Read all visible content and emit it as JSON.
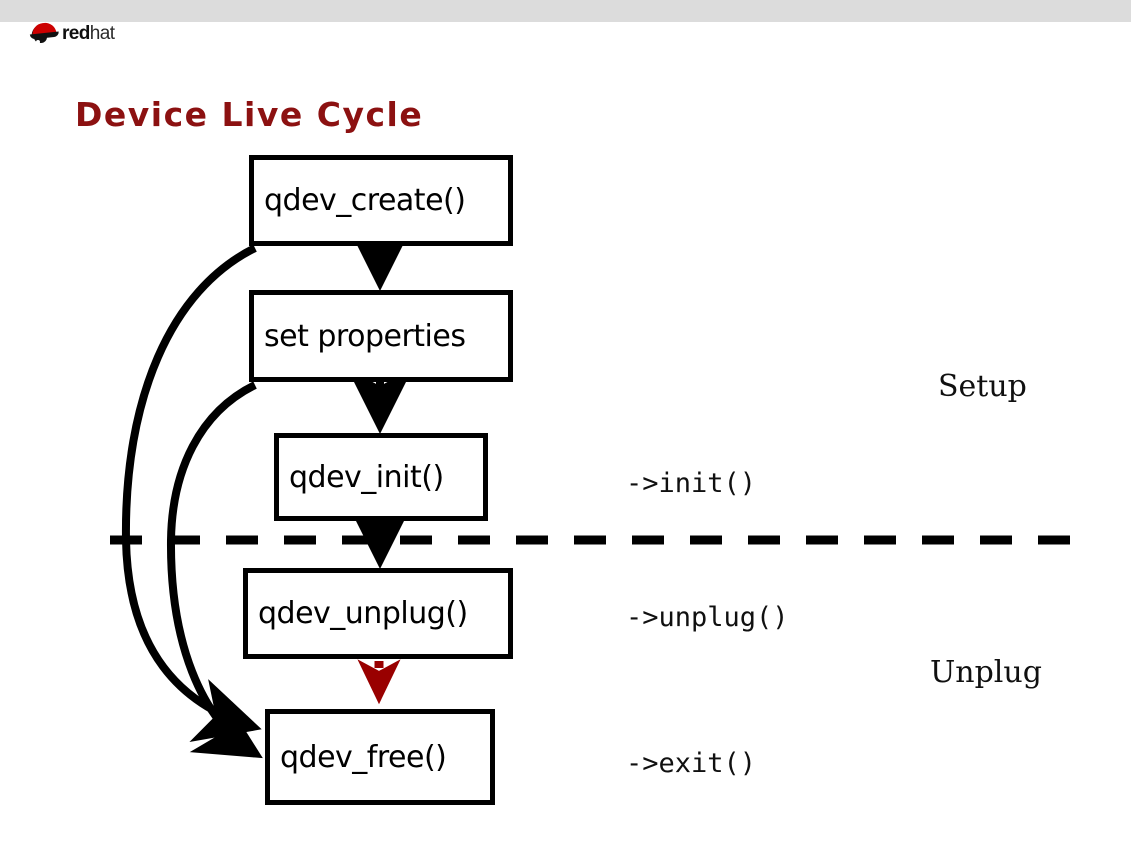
{
  "page": {
    "background_color": "#ffffff",
    "topbar_color": "#dcdcdc"
  },
  "branding": {
    "logo_name": "redhat-logo",
    "word_bold": "red",
    "word_light": "hat",
    "logo_red": "#cc0000"
  },
  "slide": {
    "title": "Device Live Cycle",
    "title_color": "#8c1111"
  },
  "diagram": {
    "type": "flowchart",
    "nodes": [
      {
        "id": "create",
        "label": "qdev_create()"
      },
      {
        "id": "props",
        "label": "set properties"
      },
      {
        "id": "init",
        "label": "qdev_init()"
      },
      {
        "id": "unplug",
        "label": "qdev_unplug()"
      },
      {
        "id": "free",
        "label": "qdev_free()"
      }
    ],
    "callbacks": [
      {
        "id": "init",
        "label": "->init()"
      },
      {
        "id": "unplug",
        "label": "->unplug()"
      },
      {
        "id": "exit",
        "label": "->exit()"
      }
    ],
    "phases": [
      {
        "id": "setup",
        "label": "Setup"
      },
      {
        "id": "unplug",
        "label": "Unplug"
      }
    ],
    "separator": {
      "name": "phase-divider",
      "style": "dashed",
      "color": "#000000"
    },
    "edges": [
      {
        "from": "create",
        "to": "props",
        "style": "solid",
        "color": "#000000"
      },
      {
        "from": "props",
        "to": "init",
        "style": "solid",
        "color": "#000000"
      },
      {
        "from": "init",
        "to": "unplug",
        "style": "solid",
        "color": "#000000"
      },
      {
        "from": "unplug",
        "to": "free",
        "style": "dotted",
        "color": "#990000"
      },
      {
        "from": "create",
        "to": "free",
        "style": "curved",
        "color": "#000000"
      },
      {
        "from": "props",
        "to": "free",
        "style": "curved",
        "color": "#000000"
      }
    ],
    "accent_red": "#990000"
  }
}
